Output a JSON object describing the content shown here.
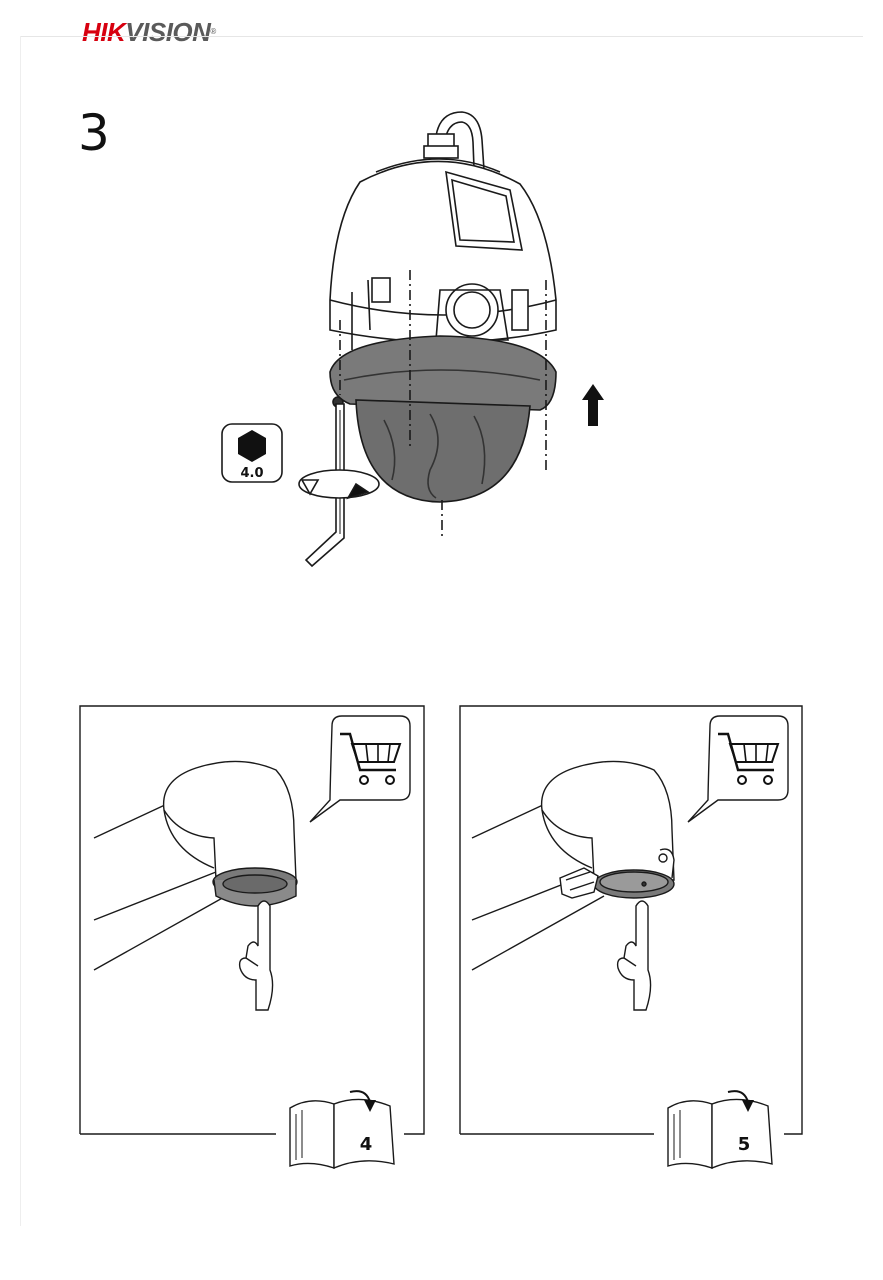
{
  "header": {
    "brand_red": "HIK",
    "brand_gray": "VISION",
    "brand_mark": "®",
    "brand_color": "#d7000f"
  },
  "step": {
    "number": "3",
    "tool_size": "4.0"
  },
  "panels": [
    {
      "page_ref": "4",
      "icons": [
        "cart-icon",
        "hand-pointing-icon",
        "book-icon"
      ]
    },
    {
      "page_ref": "5",
      "icons": [
        "cart-icon",
        "hand-pointing-icon",
        "book-icon"
      ]
    }
  ]
}
